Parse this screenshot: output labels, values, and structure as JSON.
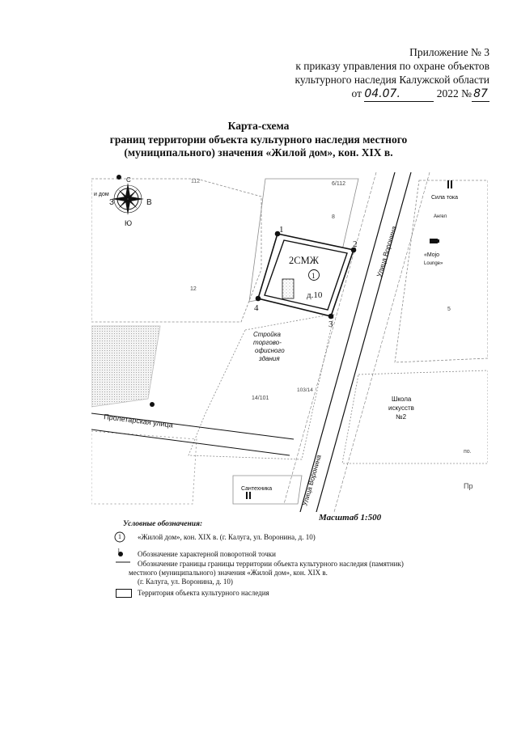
{
  "header": {
    "line1": "Приложение № 3",
    "line2": "к приказу управления по охране объектов",
    "line3": "культурного наследия Калужской области",
    "date_prefix": "от",
    "date_value": "04.07.",
    "year_no": "2022 №",
    "order_number": "87"
  },
  "title": {
    "line1": "Карта-схема",
    "line2": "границ территории объекта культурного наследия местного",
    "line3": "(муниципального) значения «Жилой дом», кон. XIX в."
  },
  "map": {
    "compass": {
      "n": "С",
      "s": "Ю",
      "w": "З",
      "e": "В"
    },
    "object_code": "2СМЖ",
    "object_number": "1",
    "house": "д.10",
    "turning_points": [
      "1",
      "2",
      "3",
      "4"
    ],
    "labels": {
      "top_left_poi": "и дом",
      "n112": "112",
      "n6_112": "6/112",
      "n8": "8",
      "n12": "12",
      "n5": "5",
      "n14_101": "14/101",
      "n103_14": "103/14",
      "construction_l1": "Стройка",
      "construction_l2": "торгово-",
      "construction_l3": "офисного",
      "construction_l4": "здания",
      "school_l1": "Школа",
      "school_l2": "искусств",
      "school_l3": "№2",
      "silatoka": "Сила тока",
      "angel": "Ангел",
      "mojo_l1": "«Mojo",
      "mojo_l2": "Lounge»",
      "santehnika": "Сантехника",
      "street_voronina_top": "Улица Воронина",
      "street_voronina_bottom": "Улица Воронина",
      "street_proletarskaya": "Пролетарская улица",
      "right_po": "по.",
      "right_pr": "Пр"
    }
  },
  "scale": "Масштаб 1:500",
  "legend": {
    "title": "Условные обозначения:",
    "item1_symbol": "1",
    "item1": "«Жилой дом», кон. XIX в. (г. Калуга, ул. Воронина, д. 10)",
    "item2_symbol": "1",
    "item2": "Обозначение характерной поворотной точки",
    "item3_l1": "Обозначение границы границы территории объекта культурного наследия (памятник)",
    "item3_l2": "местного (муниципального) значения «Жилой дом», кон. XIX в.",
    "item3_l3": "(г. Калуга, ул. Воронина, д. 10)",
    "item4": "Территория объекта культурного наследия"
  }
}
